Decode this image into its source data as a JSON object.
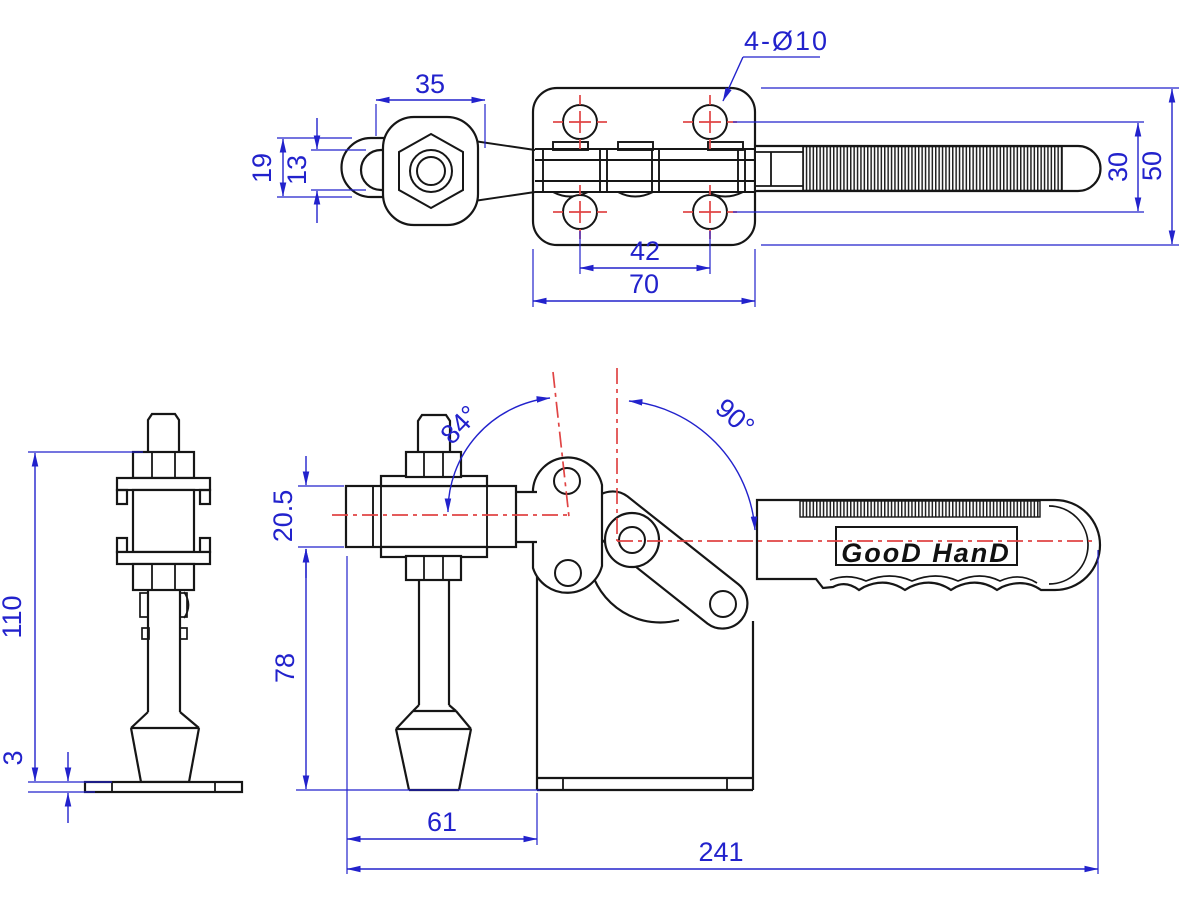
{
  "drawing": {
    "brand_label": "GooD HanD",
    "dims": {
      "d35": "35",
      "d19": "19",
      "d13": "13",
      "holes_callout": "4-Ø10",
      "d42": "42",
      "d70": "70",
      "d30": "30",
      "d50": "50",
      "a84": "84°",
      "a90": "90°",
      "d20_5": "20.5",
      "d78": "78",
      "d110": "110",
      "d3": "3",
      "d61": "61",
      "d241": "241"
    },
    "colors": {
      "dimension_blue": "#2222cc",
      "centerline_red": "#e04444",
      "outline_black": "#161616"
    }
  }
}
